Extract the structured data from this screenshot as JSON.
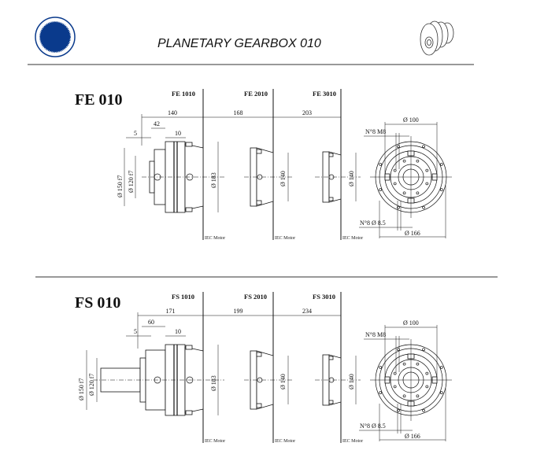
{
  "header": {
    "title": "PLANETARY GEARBOX 010",
    "logo_color": "#0a3a8c"
  },
  "sections": [
    {
      "name": "FE 010",
      "models": [
        "FE 1010",
        "FE 2010",
        "FE 3010"
      ],
      "lengths": [
        "140",
        "168",
        "203"
      ],
      "dims": {
        "flange": "42",
        "a": "5",
        "b": "10",
        "d150": "Ø 150 f7",
        "d120": "Ø 120 f7",
        "d183": "Ø 183",
        "d140a": "Ø 140",
        "d140b": "Ø 140"
      },
      "front": {
        "d100": "Ø 100",
        "bolts": "N°8 M8",
        "holes": "N°8 Ø 8.5",
        "d166": "Ø 166"
      },
      "motor_label": "IEC Motor"
    },
    {
      "name": "FS 010",
      "models": [
        "FS 1010",
        "FS 2010",
        "FS 3010"
      ],
      "lengths": [
        "171",
        "199",
        "234"
      ],
      "dims": {
        "flange": "60",
        "a": "5",
        "b": "10",
        "d150": "Ø 150 f7",
        "d120": "Ø 120 f7",
        "d183": "Ø 183",
        "d140a": "Ø 140",
        "d140b": "Ø 140"
      },
      "front": {
        "d100": "Ø 100",
        "bolts": "N°8 M8",
        "holes": "N°8 Ø 8.5",
        "d166": "Ø 166"
      },
      "motor_label": "IEC Motor"
    }
  ]
}
